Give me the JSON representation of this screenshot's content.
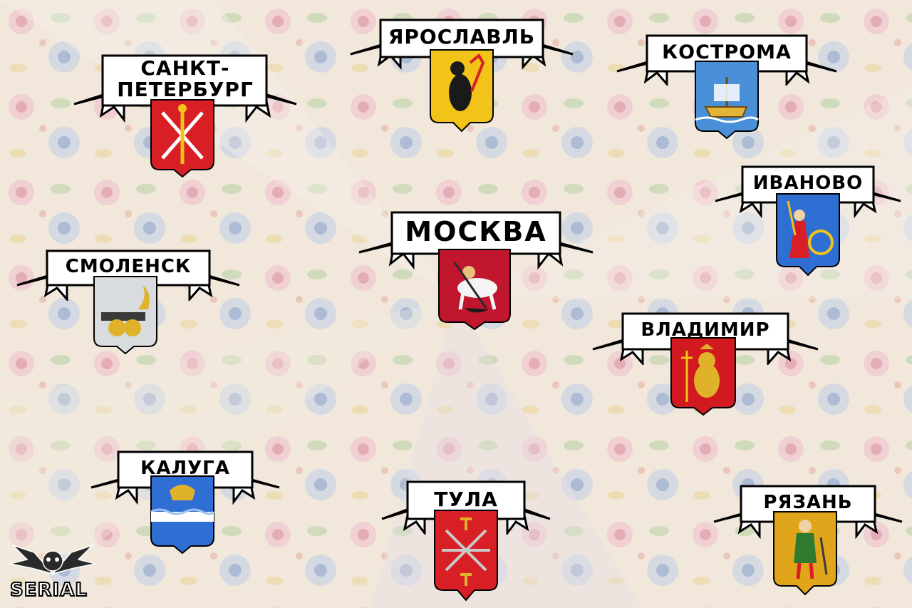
{
  "cities": {
    "moscow": {
      "name": "МОСКВА",
      "shield_color": "#c0162e"
    },
    "yaroslavl": {
      "name": "ЯРОСЛАВЛЬ",
      "shield_color": "#f2c419"
    },
    "kostroma": {
      "name": "КОСТРОМА",
      "shield_color": "#4a90d9"
    },
    "petersburg": {
      "line1": "САНКТ-",
      "line2": "ПЕТЕРБУРГ",
      "shield_color": "#d81f26"
    },
    "ivanovo": {
      "name": "ИВАНОВО",
      "shield_color": "#2f6fd3"
    },
    "smolensk": {
      "name": "СМОЛЕНСК",
      "shield_color": "#d9dcdf"
    },
    "vladimir": {
      "name": "ВЛАДИМИР",
      "shield_color": "#d1191f"
    },
    "kaluga": {
      "name": "КАЛУГА",
      "shield_color": "#2f6fd3"
    },
    "tula": {
      "name": "ТУЛА",
      "shield_color": "#d81f26"
    },
    "ryazan": {
      "name": "РЯЗАНЬ",
      "shield_color": "#e0a51b"
    }
  },
  "connections": [
    [
      "petersburg",
      "smolensk"
    ],
    [
      "smolensk",
      "moscow"
    ],
    [
      "moscow",
      "yaroslavl"
    ],
    [
      "yaroslavl",
      "kostroma"
    ],
    [
      "kostroma",
      "ivanovo"
    ],
    [
      "ivanovo",
      "vladimir"
    ],
    [
      "moscow",
      "vladimir"
    ],
    [
      "moscow",
      "kaluga"
    ],
    [
      "moscow",
      "tula"
    ],
    [
      "kaluga",
      "tula"
    ],
    [
      "tula",
      "ryazan"
    ]
  ],
  "logo": {
    "text": "SERIAL"
  }
}
